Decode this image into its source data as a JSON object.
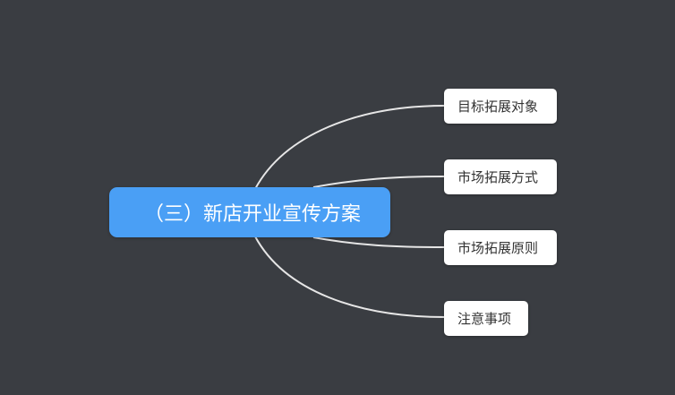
{
  "mindmap": {
    "root": {
      "label": "（三）新店开业宣传方案"
    },
    "children": [
      {
        "label": "目标拓展对象"
      },
      {
        "label": "市场拓展方式"
      },
      {
        "label": "市场拓展原则"
      },
      {
        "label": "注意事项"
      }
    ]
  },
  "colors": {
    "background": "#3a3d42",
    "root_fill": "#4a9ff5",
    "root_text": "#ffffff",
    "child_fill": "#ffffff",
    "child_text": "#333333",
    "connector": "#e6e6e6"
  }
}
